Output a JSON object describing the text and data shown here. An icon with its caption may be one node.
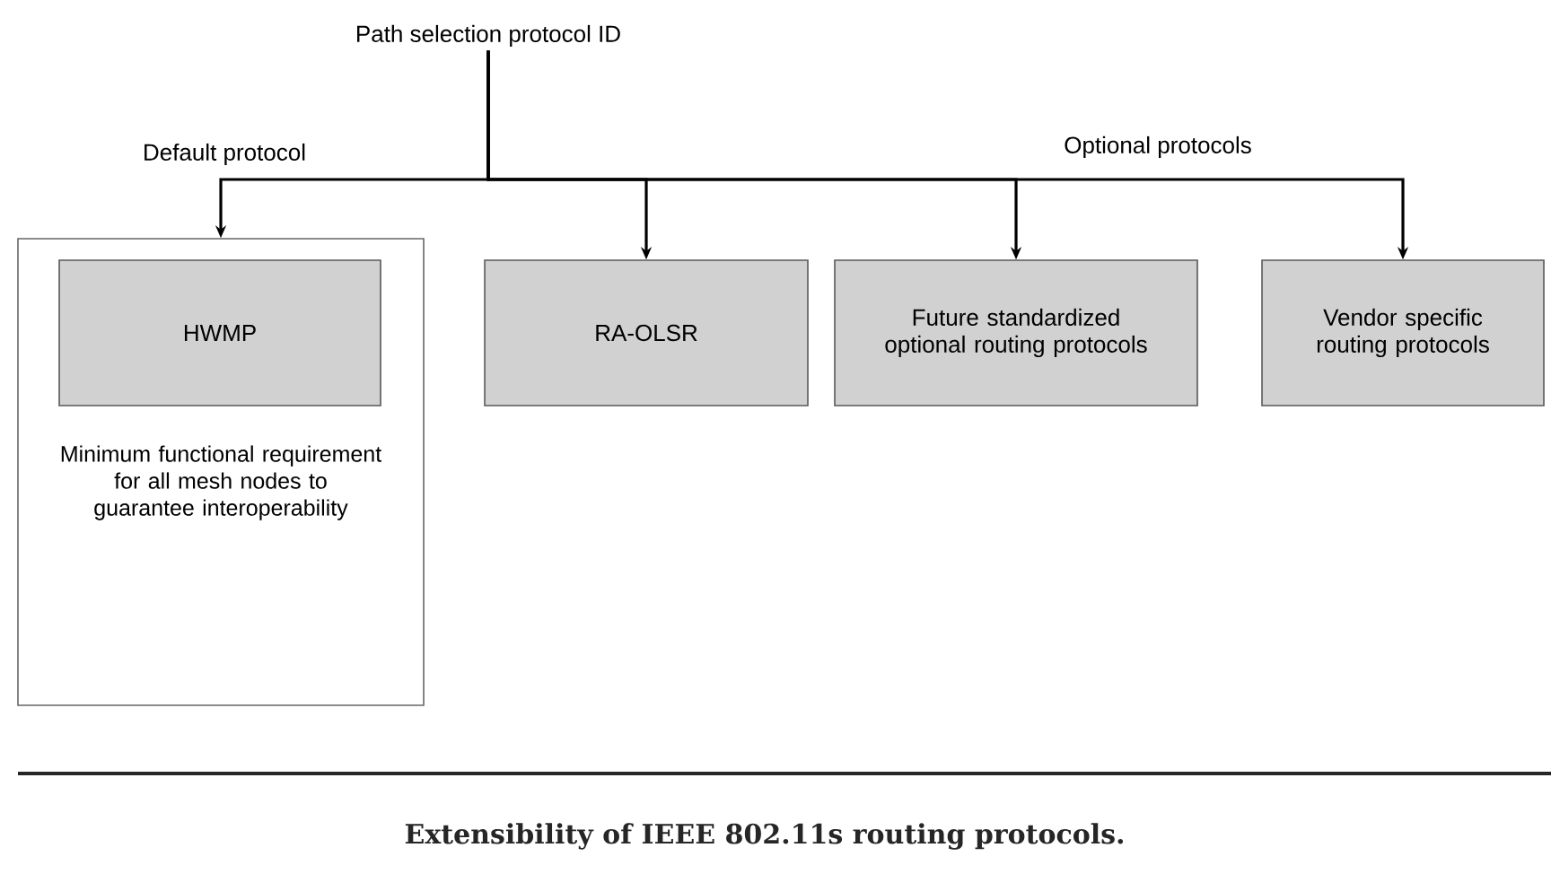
{
  "diagram": {
    "caption": "Extensibility of IEEE 802.11s routing protocols.",
    "nodes": [
      {
        "text": [
          "Path selection protocol ID"
        ]
      },
      {
        "text": [
          "Minimum functional requirement for all mesh nodes to guarantee interoperability"
        ]
      },
      {
        "text": [
          "HWMP"
        ],
        "in": 1
      },
      {
        "text": [
          "RA-OLSR"
        ]
      },
      {
        "text": [
          "Future standardized optional routing protocols"
        ]
      },
      {
        "text": [
          "Vendor specific routing protocols"
        ]
      }
    ],
    "edges": [
      {
        "from": 0,
        "to": 1,
        "arrow": "to"
      },
      {
        "from": 0,
        "to": 3,
        "arrow": "to"
      },
      {
        "from": 0,
        "to": 4,
        "arrow": "to"
      },
      {
        "from": 0,
        "to": 5,
        "arrow": "to"
      }
    ],
    "labels": [
      "Default protocol",
      "Optional protocols"
    ]
  }
}
